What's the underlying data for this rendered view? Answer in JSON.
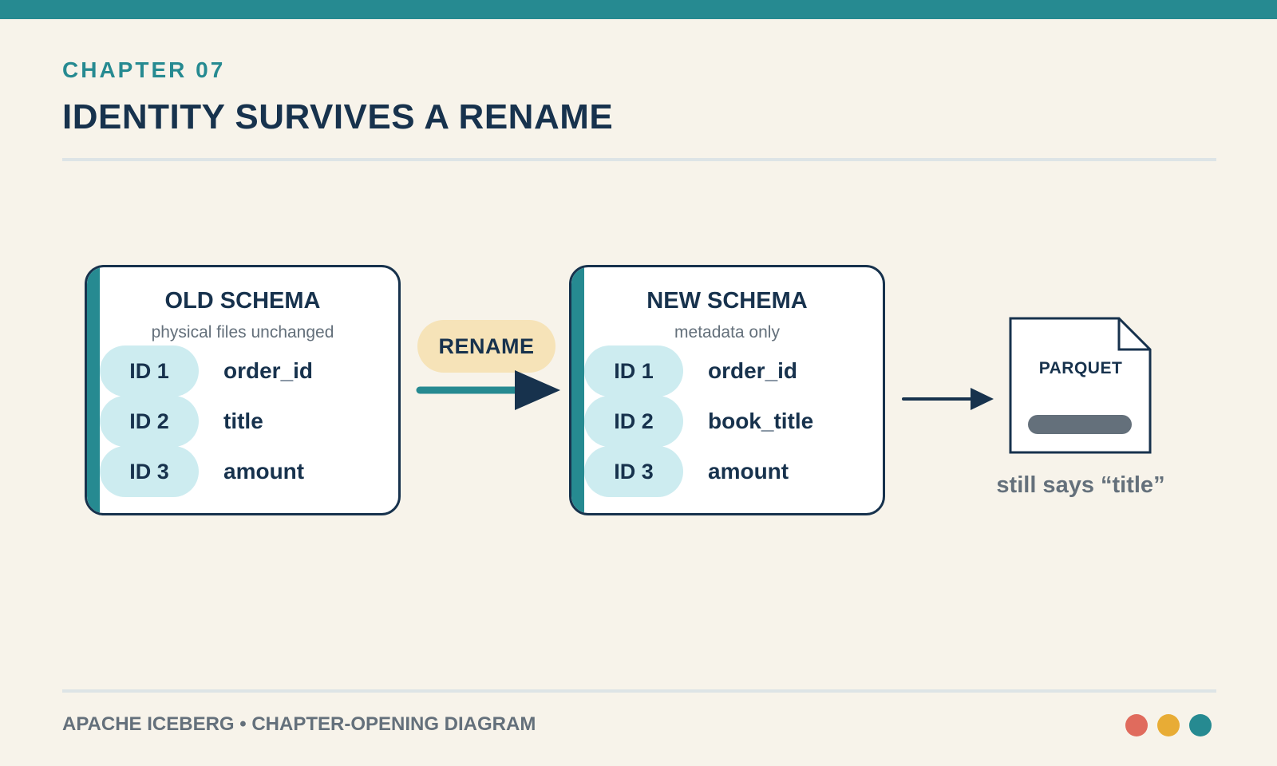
{
  "header": {
    "chapter": "CHAPTER 07",
    "title": "IDENTITY SURVIVES A RENAME"
  },
  "old_schema": {
    "title": "OLD SCHEMA",
    "subtitle": "physical files unchanged",
    "fields": [
      {
        "id": "ID 1",
        "name": "order_id"
      },
      {
        "id": "ID 2",
        "name": "title"
      },
      {
        "id": "ID 3",
        "name": "amount"
      }
    ]
  },
  "rename": {
    "label": "RENAME"
  },
  "new_schema": {
    "title": "NEW SCHEMA",
    "subtitle": "metadata only",
    "fields": [
      {
        "id": "ID 1",
        "name": "order_id"
      },
      {
        "id": "ID 2",
        "name": "book_title"
      },
      {
        "id": "ID 3",
        "name": "amount"
      }
    ]
  },
  "parquet": {
    "label": "PARQUET",
    "caption": "still says “title”"
  },
  "footer": {
    "text": "APACHE ICEBERG • CHAPTER-OPENING DIAGRAM",
    "dots": [
      {
        "name": "red-dot",
        "color": "#e06b5d"
      },
      {
        "name": "yellow-dot",
        "color": "#e8ac35"
      },
      {
        "name": "teal-dot",
        "color": "#268a91"
      }
    ]
  },
  "colors": {
    "accent": "#268a91",
    "navy": "#17324d",
    "background": "#f7f3ea",
    "id_pill": "#cdecf0",
    "rename_pill": "#f6e3b8",
    "muted": "#64707b"
  }
}
